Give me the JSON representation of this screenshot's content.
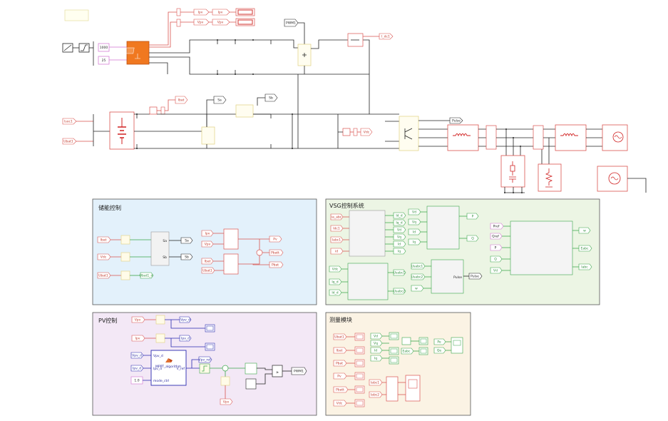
{
  "panels": {
    "storage": {
      "title": "储能控制",
      "color": "#e3f1fb",
      "border": "#555555"
    },
    "vsg": {
      "title": "VSG控制系统",
      "color": "#ecf5e4",
      "border": "#555555"
    },
    "pv": {
      "title": "PV控制",
      "color": "#f3e8f6",
      "border": "#555555"
    },
    "meas": {
      "title": "测量模块",
      "color": "#fbf3e4",
      "border": "#555555"
    }
  },
  "top": {
    "pv_inputs": [
      "1000",
      "25"
    ],
    "pv_outputs": [
      "Ipv",
      "Vpv"
    ],
    "pv_out_tags": [
      "Ipv",
      "Vpv"
    ],
    "pwm_tag": "PWM1",
    "iout_tag": "I_dc1",
    "bat_inputs": [
      "Isoc1",
      "Ubat1"
    ],
    "ibat_tag": "Ibat",
    "sa_tag": "Sa",
    "sb_tag": "Sb",
    "vdc_tag": "Vdc",
    "pulse_tag": "Pulse"
  },
  "storage": {
    "inputs": [
      "Ibat",
      "Vdc",
      "Ubat1"
    ],
    "outputs": [
      "Sa",
      "Sb"
    ],
    "ubat_out": "Ubat1_d",
    "power_inputs": [
      "Ipv",
      "Vpv",
      "Ibat",
      "Ubat1"
    ],
    "power_outputs": [
      "Pv",
      "Pbatt",
      "Pbat"
    ]
  },
  "vsg": {
    "left_inputs": [
      "ia_abc",
      "Idc1",
      "Iabc1",
      "id"
    ],
    "block1_outputs": [
      "Id_d",
      "Iq_d",
      "Vd",
      "Vq",
      "Id",
      "Iq"
    ],
    "mid_inputs": [
      "Vd",
      "Vq",
      "Id",
      "Iq"
    ],
    "pq_outputs": [
      "P",
      "Q"
    ],
    "low_inputs": [
      "Vdc",
      "Iq_d",
      "Id_d"
    ],
    "low_outputs": [
      "Usabc1",
      "Usabc2"
    ],
    "pwm_inputs": [
      "Usabc1",
      "Usabc2",
      "w"
    ],
    "pulse_out": "Pulse",
    "right_inputs": [
      "Pref",
      "Qref",
      "P",
      "Q",
      "Vd"
    ],
    "right_outputs": [
      "w",
      "Eabc",
      "Iabc"
    ]
  },
  "pv": {
    "inputs": [
      "Vpv",
      "Ipv"
    ],
    "outs": [
      "Vpv_d",
      "Ipv_d"
    ],
    "mppt_inputs": [
      "Vpv_d",
      "Ipv_d"
    ],
    "const": "1.0",
    "mppt_label": "MPPT_algorithm",
    "mppt_ports": [
      "Vpv_d",
      "Ipv_d",
      "mode_ctrl",
      "V_ref"
    ],
    "vref_out": "Vpv_ref",
    "vpv_tag": "Vpv",
    "pwm_out": "PWM1"
  },
  "meas": {
    "left": [
      "Ubat1",
      "Ibat",
      "Pbat",
      "Pv",
      "Pbatt",
      "Vdc"
    ],
    "mid": [
      "Vd",
      "Vq",
      "Id",
      "Iq",
      "Eabc"
    ],
    "right": [
      "Pe",
      "Qe"
    ],
    "abc": [
      "Iabc1",
      "Iabc2"
    ]
  }
}
